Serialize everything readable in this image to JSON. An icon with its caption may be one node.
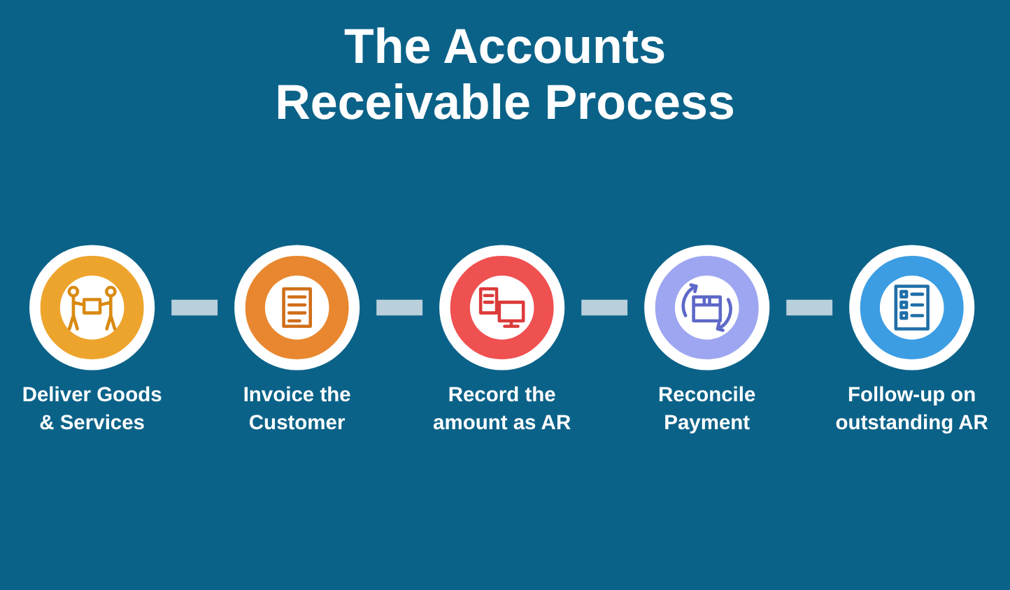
{
  "diagram": {
    "title": "The Accounts Receivable Process",
    "nodes": [
      {
        "text": [
          "Deliver Goods & Services"
        ]
      },
      {
        "text": [
          "Invoice the Customer"
        ]
      },
      {
        "text": [
          "Record the amount as AR"
        ]
      },
      {
        "text": [
          "Reconcile Payment"
        ]
      },
      {
        "text": [
          "Follow-up on outstanding AR"
        ]
      }
    ],
    "edges": [
      {
        "from": 0,
        "to": 1,
        "arrow": "none"
      },
      {
        "from": 1,
        "to": 2,
        "arrow": "none"
      },
      {
        "from": 2,
        "to": 3,
        "arrow": "none"
      },
      {
        "from": 3,
        "to": 4,
        "arrow": "none"
      }
    ]
  }
}
